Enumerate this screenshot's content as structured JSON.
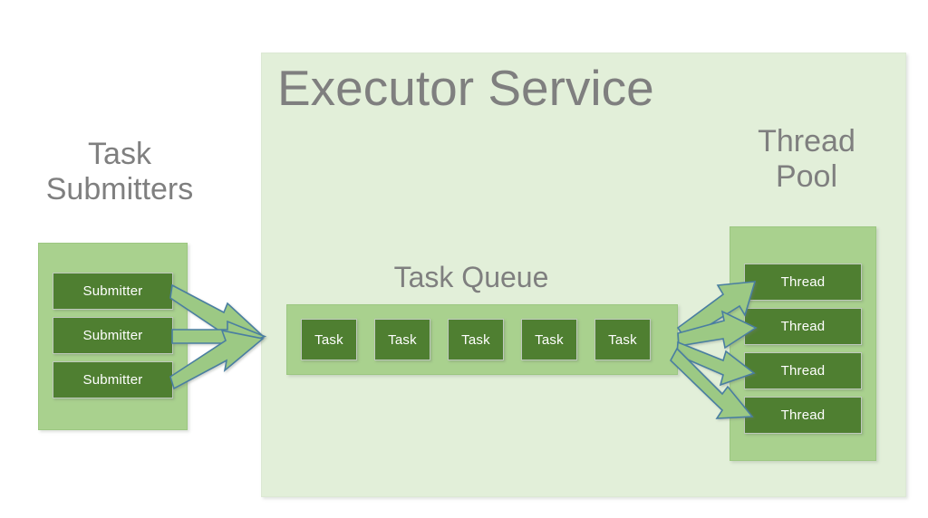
{
  "diagram": {
    "title": "Executor Service",
    "background_color": "#FFFFFF"
  },
  "colors": {
    "panel_fill": "#E2EFD9",
    "group_fill": "#A9D18E",
    "unit_fill": "#4F7F31",
    "unit_text": "#FFFFFF",
    "caption_text": "#7F7F7F",
    "arrow_fill": "#9CC984",
    "arrow_stroke": "#4A7EA1"
  },
  "submitters": {
    "caption": "Task\nSubmitters",
    "items": [
      {
        "label": "Submitter"
      },
      {
        "label": "Submitter"
      },
      {
        "label": "Submitter"
      }
    ]
  },
  "queue": {
    "caption": "Task Queue",
    "items": [
      {
        "label": "Task"
      },
      {
        "label": "Task"
      },
      {
        "label": "Task"
      },
      {
        "label": "Task"
      },
      {
        "label": "Task"
      }
    ]
  },
  "pool": {
    "caption": "Thread\nPool",
    "items": [
      {
        "label": "Thread"
      },
      {
        "label": "Thread"
      },
      {
        "label": "Thread"
      },
      {
        "label": "Thread"
      }
    ]
  },
  "arrows": {
    "submitters_to_queue_count": 3,
    "queue_to_threads_count": 4
  }
}
